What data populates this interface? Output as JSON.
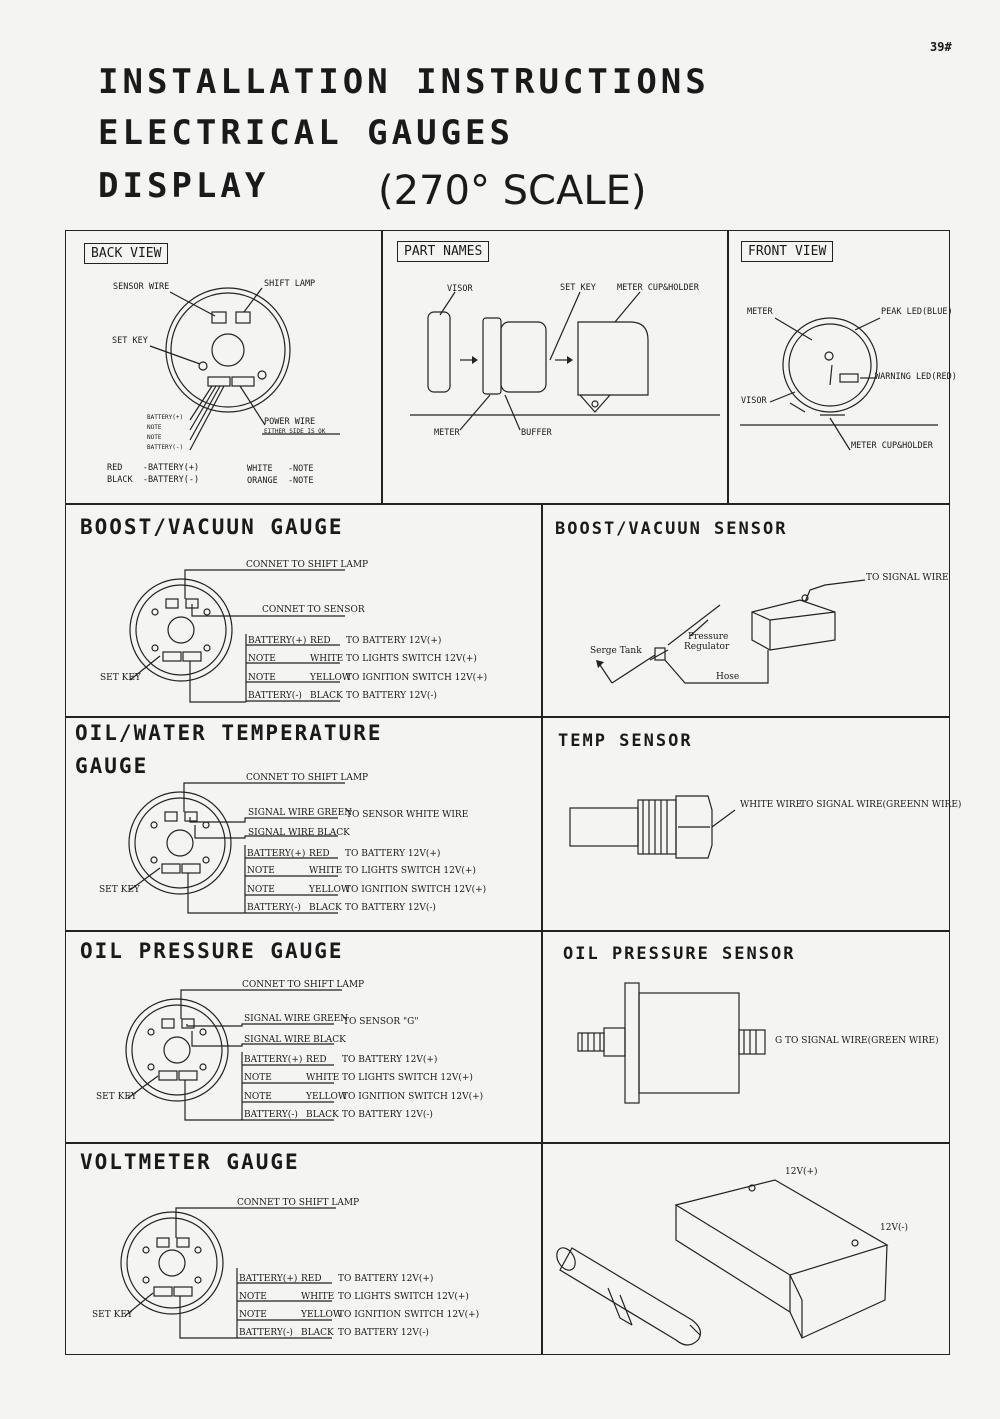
{
  "page_number": "39#",
  "title_lines": [
    "INSTALLATION INSTRUCTIONS",
    "ELECTRICAL GAUGES",
    "DISPLAY"
  ],
  "scale_text": "(270° SCALE)",
  "back_view": {
    "label": "BACK VIEW",
    "sensor_wire": "SENSOR WIRE",
    "shift_lamp": "SHIFT LAMP",
    "set_key": "SET KEY",
    "power_wire": "POWER WIRE",
    "power_wire_note": "EITHER SIDE IS OK",
    "pins": [
      "BATTERY(+)",
      "NOTE",
      "NOTE",
      "BATTERY(-)"
    ],
    "legend_left": [
      "RED    -BATTERY(+)",
      "BLACK  -BATTERY(-)"
    ],
    "legend_right": [
      "WHITE   -NOTE",
      "ORANGE  -NOTE"
    ]
  },
  "part_names": {
    "label": "PART NAMES",
    "visor": "VISOR",
    "set_key": "SET KEY",
    "meter_cup": "METER CUP&HOLDER",
    "meter": "METER",
    "buffer": "BUFFER"
  },
  "front_view": {
    "label": "FRONT VIEW",
    "meter": "METER",
    "peak_led": "PEAK LED(BLUE)",
    "warning_led": "WARNING LED(RED)",
    "visor": "VISOR",
    "meter_cup": "METER CUP&HOLDER"
  },
  "boost_gauge": {
    "title": "BOOST/VACUUN  GAUGE",
    "shift": "CONNET TO SHIFT LAMP",
    "sensor": "CONNET TO SENSOR",
    "set_key": "SET KEY",
    "rows": [
      {
        "name": "BATTERY(+)",
        "color": "RED",
        "to": "TO BATTERY 12V(+)"
      },
      {
        "name": "NOTE",
        "color": "WHITE",
        "to": "TO LIGHTS SWITCH 12V(+)"
      },
      {
        "name": "NOTE",
        "color": "YELLOW",
        "to": "TO IGNITION SWITCH 12V(+)"
      },
      {
        "name": "BATTERY(-)",
        "color": "BLACK",
        "to": "TO BATTERY 12V(-)"
      }
    ]
  },
  "boost_sensor": {
    "title": "BOOST/VACUUN  SENSOR",
    "signal": "TO SIGNAL WIRE",
    "pressure": "Pressure",
    "regulator": "Regulator",
    "serge": "Serge Tank",
    "hose": "Hose"
  },
  "temp_gauge": {
    "title1": "OIL/WATER TEMPERATURE",
    "title2": "GAUGE",
    "shift": "CONNET TO SHIFT LAMP",
    "sig_green": "SIGNAL WIRE GREEN",
    "sig_green_to": "TO SENSOR WHITE WIRE",
    "sig_black": "SIGNAL WIRE BLACK",
    "set_key": "SET KEY",
    "rows": [
      {
        "name": "BATTERY(+)",
        "color": "RED",
        "to": "TO BATTERY 12V(+)"
      },
      {
        "name": "NOTE",
        "color": "WHITE",
        "to": "TO LIGHTS SWITCH 12V(+)"
      },
      {
        "name": "NOTE",
        "color": "YELLOW",
        "to": "TO IGNITION SWITCH 12V(+)"
      },
      {
        "name": "BATTERY(-)",
        "color": "BLACK",
        "to": "TO BATTERY 12V(-)"
      }
    ]
  },
  "temp_sensor": {
    "title": "TEMP SENSOR",
    "white_wire": "WHITE WIRE",
    "to_signal": "TO SIGNAL WIRE(GREENN WIRE)"
  },
  "oil_gauge": {
    "title": "OIL PRESSURE GAUGE",
    "shift": "CONNET TO SHIFT LAMP",
    "sig_green": "SIGNAL WIRE GREEN",
    "sig_green_to": "TO SENSOR \"G\"",
    "sig_black": "SIGNAL WIRE BLACK",
    "set_key": "SET KEY",
    "rows": [
      {
        "name": "BATTERY(+)",
        "color": "RED",
        "to": "TO BATTERY 12V(+)"
      },
      {
        "name": "NOTE",
        "color": "WHITE",
        "to": "TO LIGHTS SWITCH 12V(+)"
      },
      {
        "name": "NOTE",
        "color": "YELLOW",
        "to": "TO IGNITION SWITCH 12V(+)"
      },
      {
        "name": "BATTERY(-)",
        "color": "BLACK",
        "to": "TO BATTERY 12V(-)"
      }
    ]
  },
  "oil_sensor": {
    "title": "OIL PRESSURE SENSOR",
    "g_signal": "G  TO SIGNAL WIRE(GREEN WIRE)"
  },
  "volt_gauge": {
    "title": "VOLTMETER GAUGE",
    "shift": "CONNET TO SHIFT LAMP",
    "set_key": "SET KEY",
    "rows": [
      {
        "name": "BATTERY(+)",
        "color": "RED",
        "to": "TO BATTERY 12V(+)"
      },
      {
        "name": "NOTE",
        "color": "WHITE",
        "to": "TO LIGHTS SWITCH 12V(+)"
      },
      {
        "name": "NOTE",
        "color": "YELLOW",
        "to": "TO IGNITION SWITCH 12V(+)"
      },
      {
        "name": "BATTERY(-)",
        "color": "BLACK",
        "to": "TO BATTERY 12V(-)"
      }
    ]
  },
  "battery": {
    "pos": "12V(+)",
    "neg": "12V(-)"
  }
}
